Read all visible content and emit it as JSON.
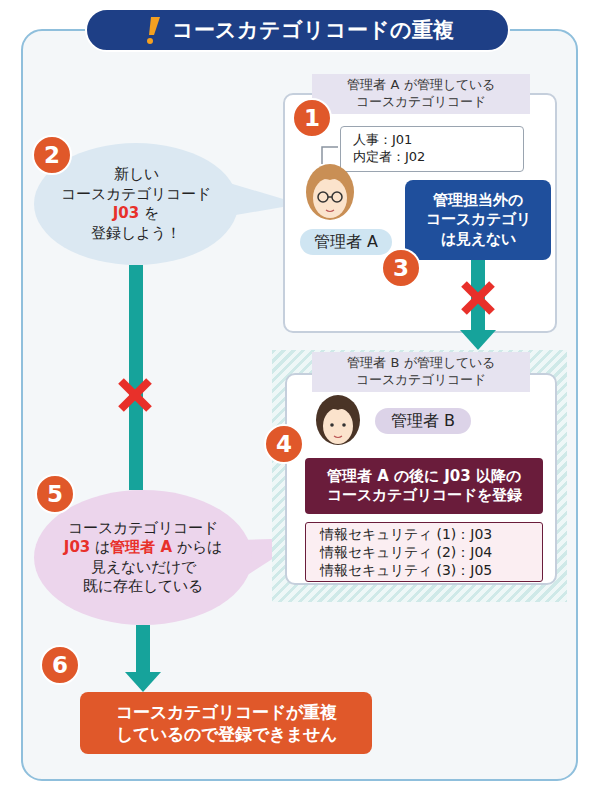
{
  "diagram": {
    "title": "コースカテゴリコードの重複",
    "nodes": [
      {
        "text": [
          "管理者 A が管理している コースカテゴリコード"
        ]
      },
      {
        "text": [
          "人事：J01",
          "内定者：J02"
        ],
        "in": 0
      },
      {
        "text": [
          "管理者 A"
        ],
        "in": 0
      },
      {
        "text": [
          "管理担当外の コースカテゴリ は見えない"
        ],
        "in": 0
      },
      {
        "text": [
          "新しい コースカテゴリコード",
          "J03",
          "を",
          "登録しよう！"
        ]
      },
      {
        "text": [
          "管理者 B が管理している コースカテゴリコード"
        ]
      },
      {
        "text": [
          "管理者 B"
        ],
        "in": 5
      },
      {
        "text": [
          "管理者 A の後に J03 以降の コースカテゴリコードを登録"
        ],
        "in": 5
      },
      {
        "text": [
          "情報セキュリティ (1)：J03",
          "情報セキュリティ (2)：J04",
          "情報セキュリティ (3)：J05"
        ],
        "in": 5
      },
      {
        "text": [
          "コースカテゴリコード",
          "J03",
          "は",
          "管理者 A",
          "からは",
          "見えないだけで",
          "既に存在している"
        ]
      },
      {
        "text": [
          "コースカテゴリコードが重複 しているので登録できません"
        ]
      }
    ],
    "edges": [
      {
        "from": 3,
        "to": 5,
        "arrow": "to"
      },
      {
        "from": 4,
        "to": 9,
        "arrow": "none"
      },
      {
        "from": 9,
        "to": 10,
        "arrow": "to"
      }
    ],
    "labels": [
      "1",
      "2",
      "3",
      "4",
      "5",
      "6"
    ]
  }
}
